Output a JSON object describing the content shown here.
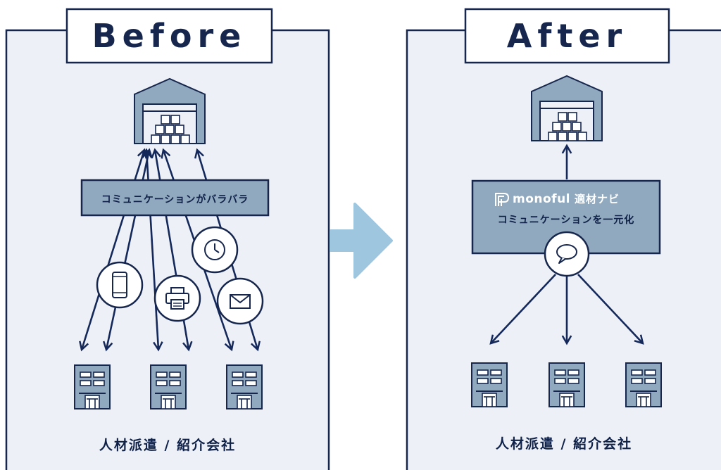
{
  "before": {
    "title": "Before",
    "bar_label": "コミュニケーションがバラバラ",
    "caption": "人材派遣 / 紹介会社"
  },
  "after": {
    "title": "After",
    "brand_name": "monoful",
    "brand_sub": "適材ナビ",
    "bar_label": "コミュニケーションを一元化",
    "caption": "人材派遣 / 紹介会社"
  },
  "colors": {
    "panel_bg": "#edf1f7",
    "border": "#16264c",
    "box_fill": "#91a9bf",
    "arrow_light": "#9ec6de",
    "line": "#14285a"
  }
}
